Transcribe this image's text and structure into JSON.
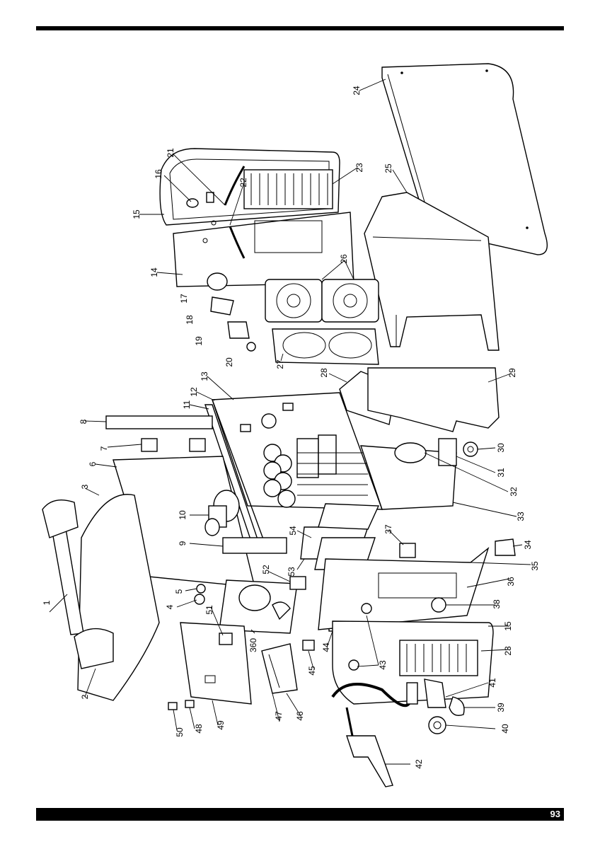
{
  "page": {
    "number": "93"
  },
  "callouts": [
    {
      "id": "c1",
      "text": "1"
    },
    {
      "id": "c2",
      "text": "2"
    },
    {
      "id": "c3",
      "text": "3"
    },
    {
      "id": "c4",
      "text": "4"
    },
    {
      "id": "c5",
      "text": "5"
    },
    {
      "id": "c6",
      "text": "6"
    },
    {
      "id": "c7",
      "text": "7"
    },
    {
      "id": "c8",
      "text": "8"
    },
    {
      "id": "c9",
      "text": "9"
    },
    {
      "id": "c10",
      "text": "10"
    },
    {
      "id": "c11",
      "text": "11"
    },
    {
      "id": "c12",
      "text": "12"
    },
    {
      "id": "c13",
      "text": "13"
    },
    {
      "id": "c14",
      "text": "14"
    },
    {
      "id": "c15a",
      "text": "15"
    },
    {
      "id": "c15b",
      "text": "15"
    },
    {
      "id": "c16",
      "text": "16"
    },
    {
      "id": "c17",
      "text": "17"
    },
    {
      "id": "c18",
      "text": "18"
    },
    {
      "id": "c19",
      "text": "19"
    },
    {
      "id": "c20",
      "text": "20"
    },
    {
      "id": "c21",
      "text": "21"
    },
    {
      "id": "c22",
      "text": "22"
    },
    {
      "id": "c23a",
      "text": "23"
    },
    {
      "id": "c23b",
      "text": "23"
    },
    {
      "id": "c24",
      "text": "24"
    },
    {
      "id": "c25",
      "text": "25"
    },
    {
      "id": "c26",
      "text": "26"
    },
    {
      "id": "c27",
      "text": "27"
    },
    {
      "id": "c28",
      "text": "28"
    },
    {
      "id": "c29",
      "text": "29"
    },
    {
      "id": "c30",
      "text": "30"
    },
    {
      "id": "c31",
      "text": "31"
    },
    {
      "id": "c32",
      "text": "32"
    },
    {
      "id": "c33",
      "text": "33"
    },
    {
      "id": "c34",
      "text": "34"
    },
    {
      "id": "c35",
      "text": "35"
    },
    {
      "id": "c36",
      "text": "36"
    },
    {
      "id": "c37",
      "text": "37"
    },
    {
      "id": "c38",
      "text": "38"
    },
    {
      "id": "c39",
      "text": "39"
    },
    {
      "id": "c40",
      "text": "40"
    },
    {
      "id": "c41",
      "text": "41"
    },
    {
      "id": "c42",
      "text": "42"
    },
    {
      "id": "c43",
      "text": "43"
    },
    {
      "id": "c44",
      "text": "44"
    },
    {
      "id": "c45",
      "text": "45"
    },
    {
      "id": "c46",
      "text": "46"
    },
    {
      "id": "c47",
      "text": "47"
    },
    {
      "id": "c48",
      "text": "48"
    },
    {
      "id": "c49",
      "text": "49"
    },
    {
      "id": "c50",
      "text": "50"
    },
    {
      "id": "c51",
      "text": "51"
    },
    {
      "id": "c52",
      "text": "52"
    },
    {
      "id": "c53",
      "text": "53"
    },
    {
      "id": "c54",
      "text": "54"
    },
    {
      "id": "c360",
      "text": "360"
    }
  ]
}
